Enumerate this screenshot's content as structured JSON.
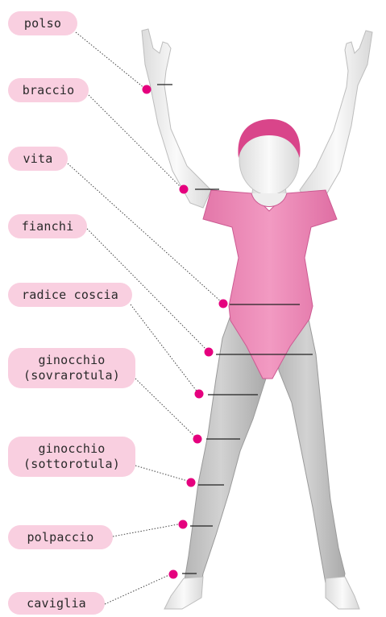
{
  "labels": {
    "polso": "polso",
    "braccio": "braccio",
    "vita": "vita",
    "fianchi": "fianchi",
    "radice_coscia": "radice coscia",
    "ginocchio_sovra_1": "ginocchio",
    "ginocchio_sovra_2": "(sovrarotula)",
    "ginocchio_sotto_1": "ginocchio",
    "ginocchio_sotto_2": "(sottorotula)",
    "polpaccio": "polpaccio",
    "caviglia": "caviglia"
  },
  "colors": {
    "label_bg": "#f9cfe0",
    "marker": "#e5007e",
    "leotard": "#ee8bb8",
    "hair": "#d9458a",
    "legs": "#c4c4c4",
    "skin": "#f3f3f3"
  }
}
